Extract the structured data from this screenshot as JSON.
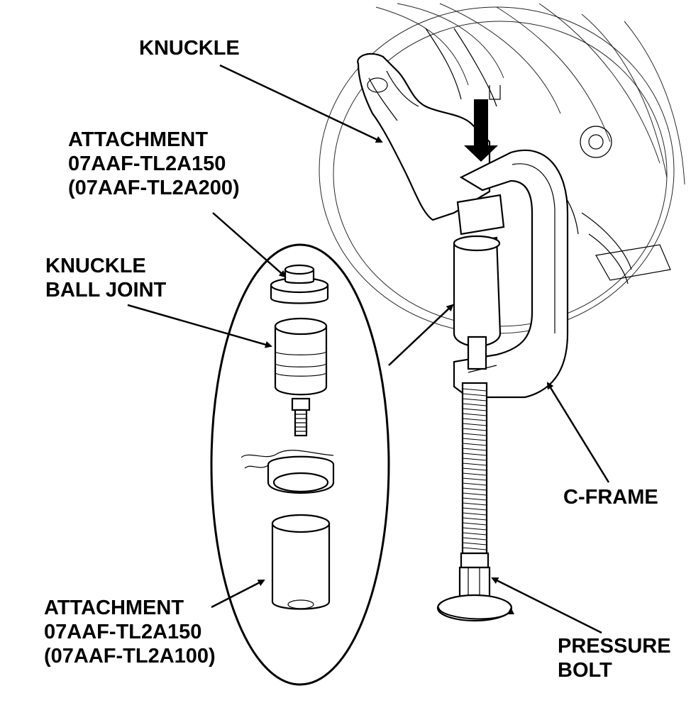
{
  "labels": {
    "knuckle": "KNUCKLE",
    "attachment_top": [
      "ATTACHMENT",
      "07AAF-TL2A150",
      "(07AAF-TL2A200)"
    ],
    "knuckle_ball_joint": [
      "KNUCKLE",
      "BALL JOINT"
    ],
    "attachment_bottom": [
      "ATTACHMENT",
      "07AAF-TL2A150",
      "(07AAF-TL2A100)"
    ],
    "c_frame": "C-FRAME",
    "pressure_bolt": [
      "PRESSURE",
      "BOLT"
    ]
  },
  "colors": {
    "ink": "#000000",
    "paper": "#ffffff"
  }
}
